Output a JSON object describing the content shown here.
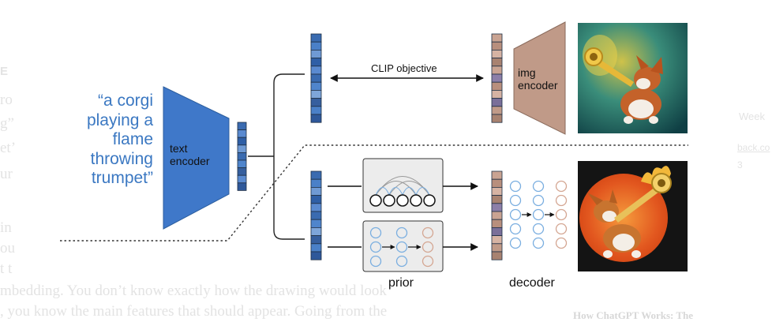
{
  "caption": "“a corgi playing a flame throwing trumpet”",
  "labels": {
    "text_encoder": [
      "text",
      "encoder"
    ],
    "img_encoder": [
      "img",
      "encoder"
    ],
    "clip_objective": "CLIP objective",
    "prior": "prior",
    "decoder": "decoder"
  },
  "background_text": {
    "left_lines": [
      "E",
      "ro",
      "g”",
      "et’",
      "ur",
      "in",
      "ou",
      "t t"
    ],
    "bottom_line_1": "mbedding. You don’t know exactly how the drawing would look",
    "bottom_line_2": ", you know the main features that should appear. Going from the",
    "right_1": "Week",
    "right_2": "back.co",
    "right_3": "3",
    "right_4": "How ChatGPT Works: The"
  },
  "colors": {
    "text_blue": "#3b78c2",
    "encoder_blue": "#3f78c9",
    "encoder_tan": "#c09a88",
    "node_blue": "#7aaee0",
    "node_tan": "#d4a692"
  },
  "embedding_colors": {
    "clip_text": [
      "#3a6bb0",
      "#4a80c8",
      "#6f9ad4",
      "#2f5fa6",
      "#5a8ad0",
      "#3a6bb0",
      "#4f85cc",
      "#7ea6da",
      "#365f9e",
      "#4a80c8",
      "#2e589a"
    ],
    "text_encoder_out": [
      "#3a6bb0",
      "#5a8ad0",
      "#2f5fa6",
      "#6f9ad4",
      "#3a6bb0",
      "#4f85cc",
      "#365f9e",
      "#5a8ad0",
      "#2e589a"
    ],
    "clip_img": [
      "#c9a392",
      "#b88f7d",
      "#d6b3a3",
      "#a88270",
      "#c9a392",
      "#8c7fa8",
      "#b88f7d",
      "#d6b3a3",
      "#7a6f99",
      "#c09a88",
      "#a88270"
    ],
    "prior_in": [
      "#3a6bb0",
      "#4a80c8",
      "#6f9ad4",
      "#2f5fa6",
      "#5a8ad0",
      "#3a6bb0",
      "#4f85cc",
      "#7ea6da",
      "#365f9e",
      "#4a80c8",
      "#2e589a"
    ],
    "prior_out": [
      "#c9a392",
      "#b88f7d",
      "#d6b3a3",
      "#a88270",
      "#8c7fa8",
      "#c9a392",
      "#b88f7d",
      "#7a6f99",
      "#d6b3a3",
      "#c09a88",
      "#a88270"
    ]
  }
}
